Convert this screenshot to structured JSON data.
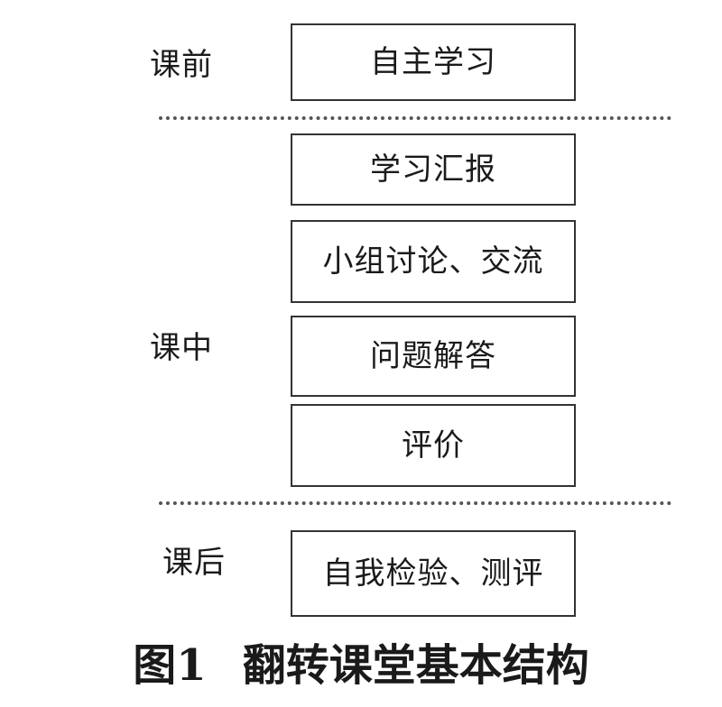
{
  "phases": {
    "before": "课前",
    "during": "课中",
    "after": "课后"
  },
  "steps": {
    "self_study": "自主学习",
    "report": "学习汇报",
    "group_discussion": "小组讨论、交流",
    "qa": "问题解答",
    "evaluation": "评价",
    "self_check": "自我检验、测评"
  },
  "caption": {
    "number": "图1",
    "title": "翻转课堂基本结构"
  }
}
